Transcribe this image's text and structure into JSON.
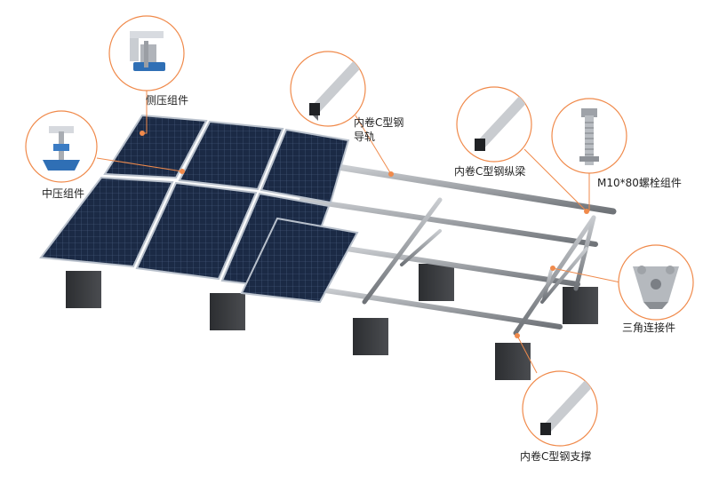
{
  "labels": {
    "side_clamp": "侧压组件",
    "mid_clamp": "中压组件",
    "guide_rail_line1": "内卷C型钢",
    "guide_rail_line2": "导轨",
    "longitudinal_beam": "内卷C型钢纵梁",
    "bolt_assembly": "M10*80螺栓组件",
    "triangle_connector": "三角连接件",
    "support": "内卷C型钢支撑"
  },
  "colors": {
    "accent": "#f08a4b",
    "panel": "#1a2a44",
    "panel_grid": "#5b6f8e",
    "steel": "#8c8f93",
    "block": "#3b3d40"
  },
  "icons": [
    "side-clamp-part",
    "mid-clamp-part",
    "c-channel-rail",
    "c-channel-beam",
    "bolt-part",
    "triangle-connector-part",
    "c-channel-support"
  ]
}
